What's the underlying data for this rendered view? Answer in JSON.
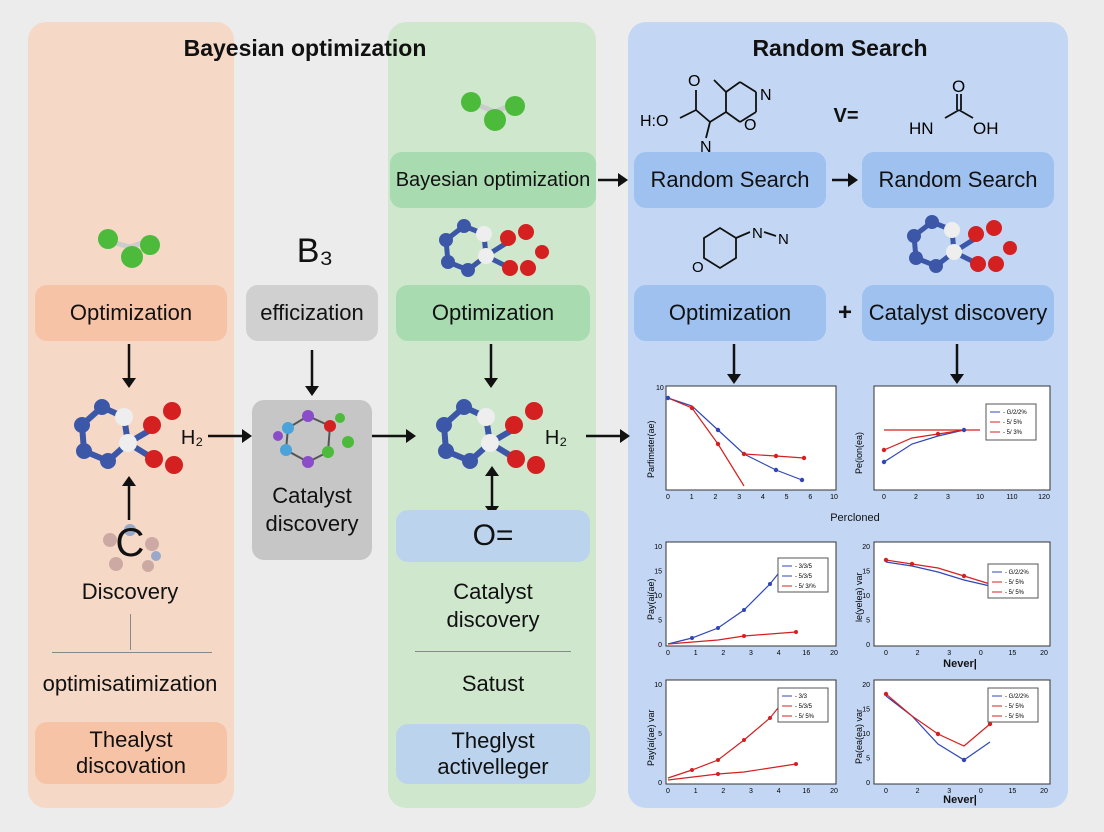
{
  "colors": {
    "orange_panel": "#f6d8c6",
    "green_panel": "#cfe8cd",
    "blue_panel": "#c3d7f5",
    "orange_box": "#f7c3a6",
    "gray_box": "#d0d0d0",
    "green_box": "#a9dbb0",
    "blue_box": "#9fc1f0"
  },
  "columns": {
    "orange": {
      "title": "Bayesian optimization",
      "box1": "Optimization",
      "label_c": "C",
      "discovery": "Discovery",
      "h_label": "H₂",
      "optim_text": "optimisatimization",
      "box2": "Thealyst discovation"
    },
    "gray": {
      "label_b": "B₃",
      "box1": "efficization",
      "box2": "Catalyst discovery"
    },
    "green": {
      "box1": "Bayesian optimization",
      "box2": "Optimization",
      "h_label": "H₂",
      "o_label": "O=",
      "discovery": "Catalyst discovery",
      "satust": "Satust",
      "box3": "Theglyst activelleger"
    },
    "blue": {
      "title": "Random Search",
      "v_label": "V=",
      "box1": "Random Search",
      "box2": "Random Search",
      "box3": "Optimization",
      "plus": "+",
      "box4": "Catalyst discovery",
      "chem1": {
        "ho": "H:O",
        "o": "O",
        "n1": "N",
        "n2": "N",
        "o2": "O"
      },
      "chem2": {
        "hn": "HN",
        "oh": "OH",
        "o": "O"
      },
      "chem3": {
        "o": "O",
        "n": "N",
        "n2": "N"
      }
    }
  },
  "plots": {
    "p1": {
      "ylabel": "Parfimeter(ae)",
      "xticks": [
        "0",
        "1",
        "2",
        "3",
        "4",
        "5",
        "6",
        "10"
      ],
      "ytick": "10"
    },
    "p2": {
      "ylabel": "Pe(ion(ea)",
      "xticks": [
        "0",
        "2",
        "3",
        "10",
        "110",
        "120"
      ],
      "legend": [
        "- G/2/2%",
        "- 5/ 5%",
        "- 5/ 3%"
      ]
    },
    "p3": {
      "ylabel": "Pay(ai(ae)",
      "xticks": [
        "0",
        "1",
        "2",
        "3",
        "4",
        "16",
        "20"
      ],
      "yticks": [
        "10",
        "15",
        "10",
        "5",
        "0"
      ],
      "legend": [
        "- 3/3/5",
        "- 5/3/5",
        "- 5/ 3/%"
      ]
    },
    "p4": {
      "ylabel": "le(yelea) var",
      "xticks": [
        "0",
        "2",
        "3",
        "0",
        "15",
        "20"
      ],
      "yticks": [
        "20",
        "15",
        "10",
        "5",
        "0"
      ],
      "legend": [
        "- G/2/2%",
        "- 5/ 5%",
        "- 5/ 5%"
      ]
    },
    "p5": {
      "ylabel": "Pay(ai(ae) var",
      "xticks": [
        "0",
        "1",
        "2",
        "3",
        "4",
        "16",
        "20"
      ],
      "yticks": [
        "10",
        "5",
        "0"
      ],
      "legend": [
        "- 3/3",
        "- 5/3/5",
        "- 5/ 5%"
      ]
    },
    "p6": {
      "ylabel": "Pa(ea(ea) var",
      "xticks": [
        "0",
        "2",
        "3",
        "0",
        "15",
        "20"
      ],
      "yticks": [
        "20",
        "15",
        "10",
        "5",
        "0"
      ],
      "legend": [
        "- G/2/2%",
        "- 5/ 5%",
        "- 5/ 5%"
      ]
    },
    "caption1": "Percloned",
    "caption2": "Never|",
    "caption3": "Never|"
  }
}
